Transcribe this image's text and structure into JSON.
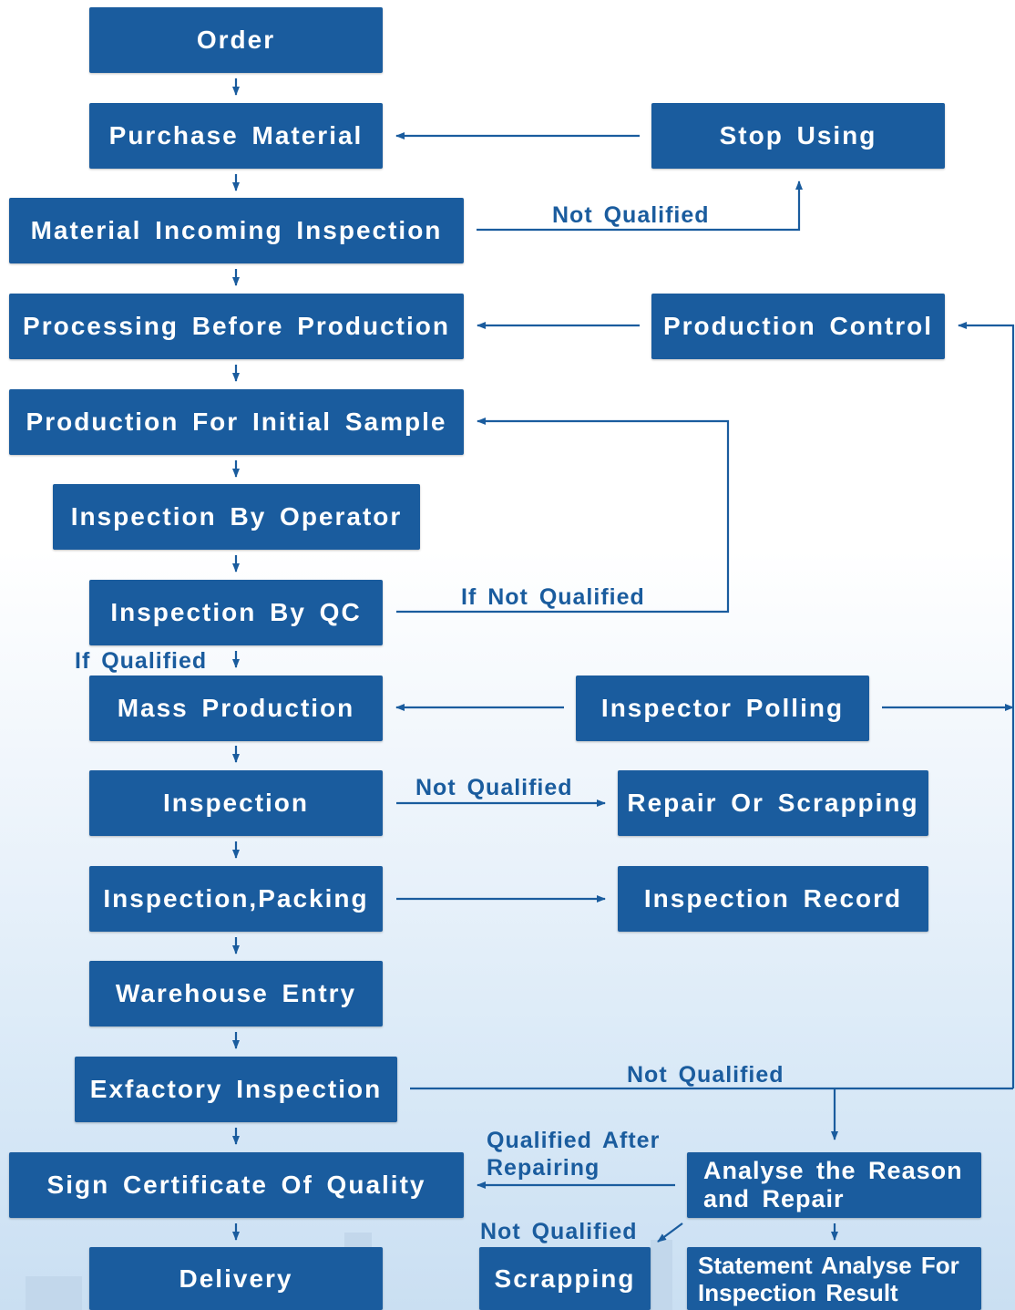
{
  "colors": {
    "box_fill": "#1a5c9e",
    "box_text": "#ffffff",
    "line": "#1a5c9e",
    "label_text": "#1a5c9e"
  },
  "steps": {
    "order": "Order",
    "purchase_material": "Purchase Material",
    "material_incoming_inspection": "Material Incoming Inspection",
    "processing_before_production": "Processing Before Production",
    "production_initial_sample": "Production For Initial Sample",
    "inspection_by_operator": "Inspection By Operator",
    "inspection_by_qc": "Inspection By QC",
    "mass_production": "Mass Production",
    "inspection": "Inspection",
    "inspection_packing": "Inspection,Packing",
    "warehouse_entry": "Warehouse Entry",
    "exfactory_inspection": "Exfactory Inspection",
    "sign_certificate": "Sign Certificate Of Quality",
    "delivery": "Delivery",
    "stop_using": "Stop Using",
    "production_control": "Production Control",
    "inspector_polling": "Inspector Polling",
    "repair_or_scrapping": "Repair Or Scrapping",
    "inspection_record": "Inspection Record",
    "analyse_reason": "Analyse the Reason and Repair",
    "scrapping": "Scrapping",
    "statement_analyse": "Statement Analyse For Inspection Result"
  },
  "labels": {
    "not_qualified_material": "Not Qualified",
    "if_not_qualified_qc": "If Not Qualified",
    "if_qualified": "If Qualified",
    "not_qualified_inspection": "Not Qualified",
    "not_qualified_exfactory": "Not Qualified",
    "qualified_after_repairing": "Qualified After Repairing",
    "not_qualified_scrap": "Not Qualified"
  }
}
